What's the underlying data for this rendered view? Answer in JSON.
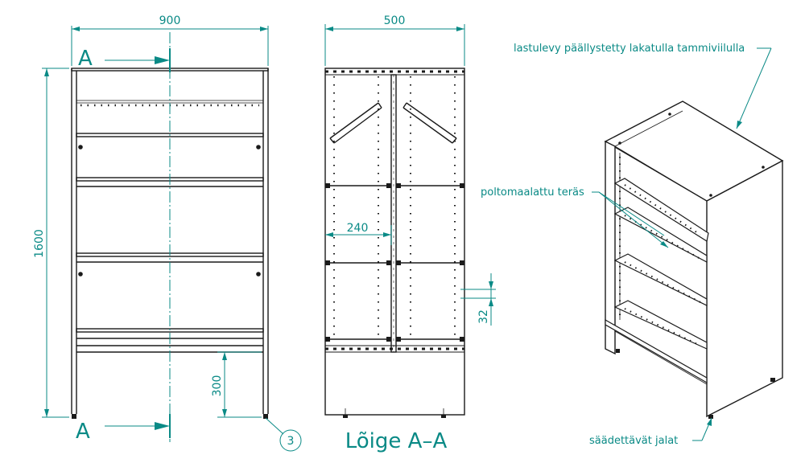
{
  "dimensions": {
    "width": "900",
    "depth": "500",
    "height": "1600",
    "plinth": "300",
    "shelf_depth": "240",
    "pitch": "32"
  },
  "section": {
    "marker": "A",
    "title": "Lõige A–A"
  },
  "callouts": {
    "balloon": "3",
    "board": "lastulevy päällystetty lakatulla tammiviilulla",
    "steel": "poltomaalattu teräs",
    "feet": "säädettävät jalat"
  },
  "colors": {
    "annotation": "#0a8a86",
    "outline": "#1a1a1a"
  }
}
